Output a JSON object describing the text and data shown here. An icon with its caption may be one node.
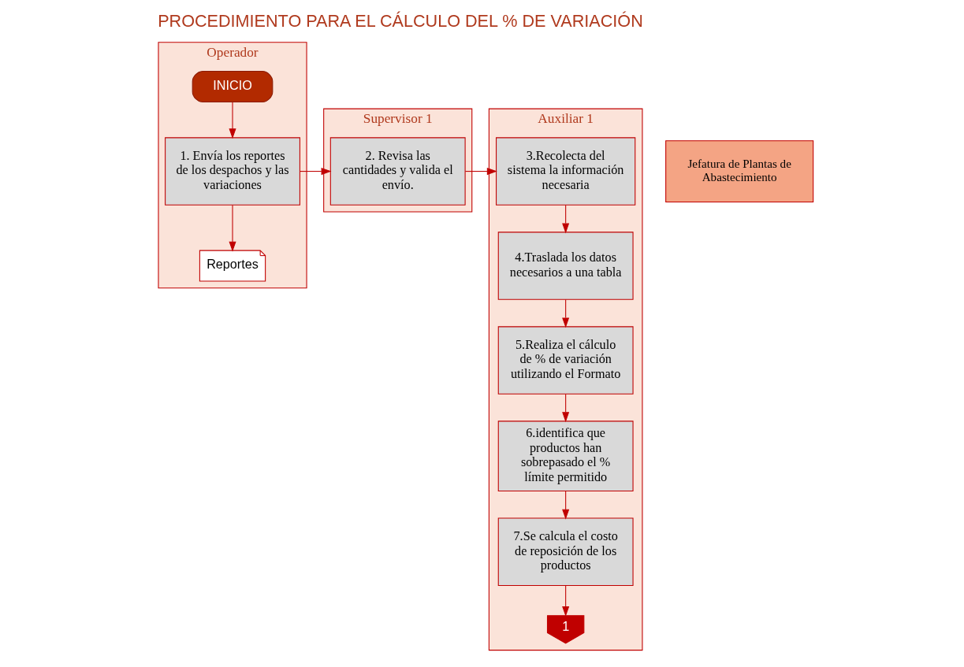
{
  "diagram": {
    "title": "PROCEDIMIENTO PARA EL CÁLCULO DEL % DE VARIACIÓN",
    "nodes": [
      {
        "text": [
          "Operador"
        ]
      },
      {
        "text": [
          "Supervisor 1"
        ]
      },
      {
        "text": [
          "Auxiliar 1"
        ]
      },
      {
        "text": [
          "Jefatura de Plantas de Abastecimiento"
        ]
      },
      {
        "text": [
          "INICIO"
        ],
        "in": 0
      },
      {
        "text": [
          "1. Envía los reportes de los despachos y las variaciones"
        ],
        "in": 0
      },
      {
        "text": [
          "Reportes"
        ],
        "in": 0
      },
      {
        "text": [
          "2. Revisa las cantidades y valida el envío."
        ],
        "in": 1
      },
      {
        "text": [
          "3.Recolecta del sistema la información necesaria"
        ],
        "in": 2
      },
      {
        "text": [
          "4.Traslada los datos necesarios a una tabla"
        ],
        "in": 2
      },
      {
        "text": [
          "5.Realiza el cálculo de % de variación utilizando el Formato"
        ],
        "in": 2
      },
      {
        "text": [
          "6.identifica que productos han sobrepasado el % límite permitido"
        ],
        "in": 2
      },
      {
        "text": [
          "7.Se calcula el costo de reposición de los productos"
        ],
        "in": 2
      },
      {
        "text": [
          "1"
        ],
        "in": 2
      }
    ],
    "edges": [
      {
        "from": 4,
        "to": 5,
        "arrow": "to"
      },
      {
        "from": 5,
        "to": 6,
        "arrow": "to"
      },
      {
        "from": 5,
        "to": 7,
        "arrow": "to"
      },
      {
        "from": 7,
        "to": 8,
        "arrow": "to"
      },
      {
        "from": 8,
        "to": 9,
        "arrow": "to"
      },
      {
        "from": 9,
        "to": 10,
        "arrow": "to"
      },
      {
        "from": 10,
        "to": 11,
        "arrow": "to"
      },
      {
        "from": 11,
        "to": 12,
        "arrow": "to"
      },
      {
        "from": 12,
        "to": 13,
        "arrow": "to"
      }
    ]
  }
}
